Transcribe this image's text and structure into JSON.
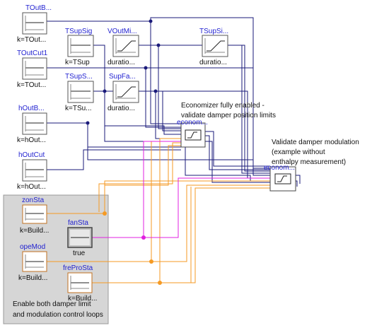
{
  "diagram": {
    "blocks": {
      "TOutBelCut": {
        "name": "TOutB...",
        "param": "k=TOut..."
      },
      "TOutCut1": {
        "name": "TOutCut1",
        "param": "k=TOut..."
      },
      "hOutBelCut": {
        "name": "hOutB...",
        "param": "k=hOut..."
      },
      "hOutCut": {
        "name": "hOutCut",
        "param": "k=hOut..."
      },
      "TSupSig": {
        "name": "TSupSig",
        "param": "k=TSup"
      },
      "VOutMinSet": {
        "name": "VOutMi...",
        "param": "duratio..."
      },
      "TSupSig2": {
        "name": "TSupSi...",
        "param": "duratio..."
      },
      "TSupSet": {
        "name": "TSupS...",
        "param": "k=TSu..."
      },
      "SupFanSpe": {
        "name": "SupFa...",
        "param": "duratio..."
      },
      "zonSta": {
        "name": "zonSta",
        "param": "k=Build..."
      },
      "opeMod": {
        "name": "opeMod",
        "param": "k=Build..."
      },
      "fanSta": {
        "name": "fanSta",
        "param": "true"
      },
      "freProSta": {
        "name": "freProSta",
        "param": "k=Build..."
      },
      "economizer1": {
        "name": "econom..."
      },
      "economizer2": {
        "name": "econom..."
      }
    },
    "notes": {
      "note1": [
        "Economizer fully enabled -",
        "validate damper position limits"
      ],
      "note2": [
        "Validate damper modulation",
        "(example without",
        "enthalpy measurement)"
      ],
      "note3": [
        "Enable both damper limit",
        "and modulation control loops"
      ]
    },
    "colors": {
      "real_signal": "#1a1a7a",
      "integer_signal": "#f59a23",
      "boolean_signal": "#e020e0",
      "block_label": "#1f1fd0",
      "panel_fill": "#d6d6d6"
    }
  }
}
